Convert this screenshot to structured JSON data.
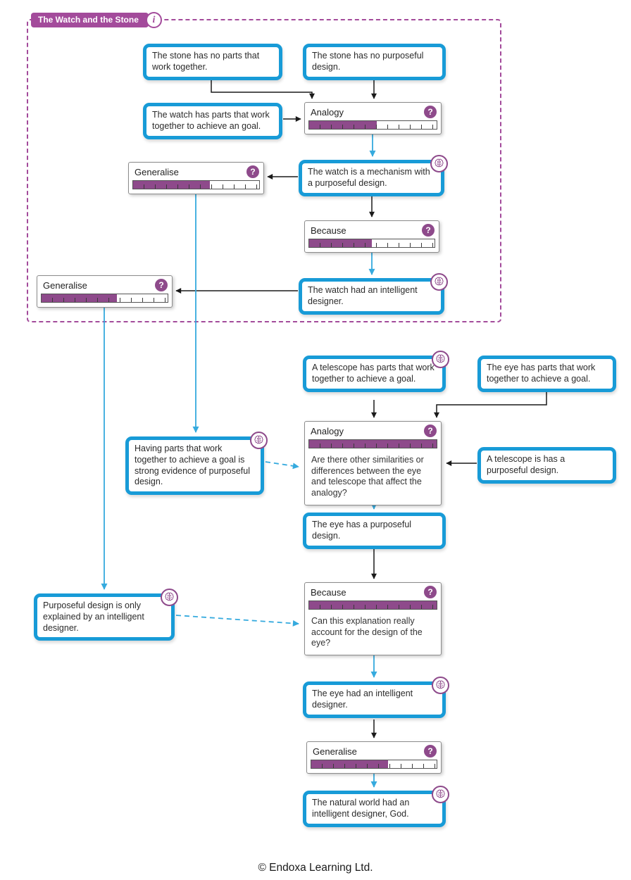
{
  "group": {
    "title": "The Watch and the Stone",
    "info_icon": "i"
  },
  "icons": {
    "question": "?"
  },
  "colors": {
    "blue": "#189bd7",
    "purple": "#8e4a8b",
    "magenta": "#a34b9b",
    "arrow_blue": "#35aade",
    "arrow_dark": "#1a1a1a"
  },
  "statements": {
    "stone_no_parts": {
      "text": "The stone has no parts that work together."
    },
    "stone_no_design": {
      "text": "The stone has no purposeful design."
    },
    "watch_parts": {
      "text": "The watch has parts that work together to achieve an goal."
    },
    "watch_mechanism": {
      "text": "The watch is a mechanism with a purposeful design."
    },
    "watch_designer": {
      "text": "The watch had an intelligent designer."
    },
    "telescope_parts": {
      "text": "A telescope has parts that work together to achieve a goal."
    },
    "eye_parts": {
      "text": "The eye has parts that work together to achieve a goal."
    },
    "telescope_design": {
      "text": "A telescope is has a purposeful design."
    },
    "having_parts": {
      "text": "Having parts that work together to achieve a goal is strong evidence of purposeful design."
    },
    "eye_design": {
      "text": "The eye has a purposeful design."
    },
    "purposeful_design": {
      "text": "Purposeful design is only explained by an intelligent designer."
    },
    "eye_designer": {
      "text": "The eye had an intelligent designer."
    },
    "natural_world": {
      "text": "The natural world had an intelligent designer, God."
    }
  },
  "nodes": {
    "analogy1": {
      "label": "Analogy",
      "confidence_pct": 53
    },
    "generalise1": {
      "label": "Generalise",
      "confidence_pct": 61
    },
    "because1": {
      "label": "Because",
      "confidence_pct": 50
    },
    "generalise2": {
      "label": "Generalise",
      "confidence_pct": 60
    },
    "analogy2": {
      "label": "Analogy",
      "confidence_pct": 100,
      "question": "Are there other similarities or differences between the eye and telescope that affect the analogy?"
    },
    "because2": {
      "label": "Because",
      "confidence_pct": 100,
      "question": "Can this explanation really account for the design of the eye?"
    },
    "generalise3": {
      "label": "Generalise",
      "confidence_pct": 61
    }
  },
  "footer": {
    "copyright": "© Endoxa Learning Ltd."
  }
}
